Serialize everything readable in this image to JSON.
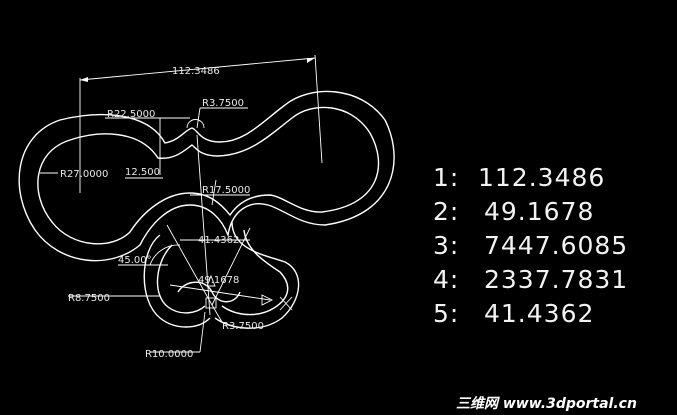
{
  "drawing": {
    "top_dimension": "112.3486",
    "labels": {
      "r22": "R22.5000",
      "r3_top": "R3.7500",
      "r27": "R27.0000",
      "d12": "12.500",
      "r17": "R17.5000",
      "d41": "41.4362",
      "angle": "45.00°",
      "d49": "49.1678",
      "r8": "R8.7500",
      "r3_bottom": "R3.7500",
      "r10": "R10.0000"
    }
  },
  "results": [
    {
      "num": "1:",
      "value": "112.3486"
    },
    {
      "num": "2:",
      "value": "49.1678"
    },
    {
      "num": "3:",
      "value": "7447.6085"
    },
    {
      "num": "4:",
      "value": "2337.7831"
    },
    {
      "num": "5:",
      "value": "41.4362"
    }
  ],
  "watermark": "三维网 www.3dportal.cn"
}
